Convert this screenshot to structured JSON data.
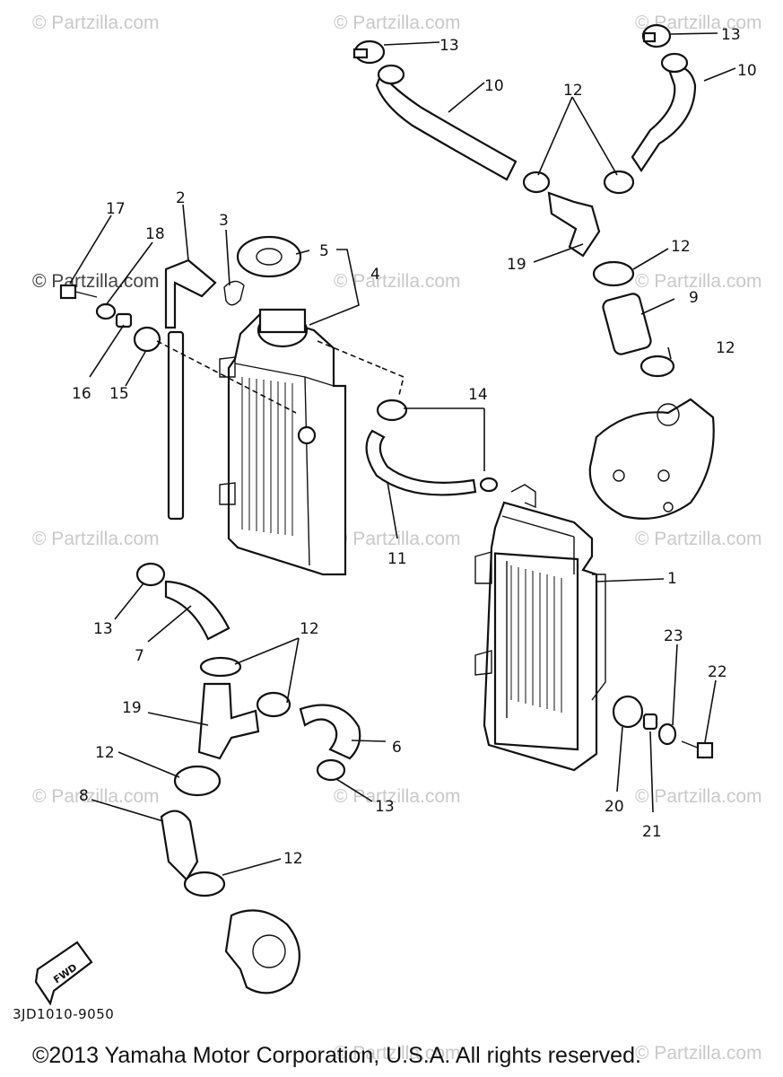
{
  "watermark_text": "© Partzilla.com",
  "diagram_code": "3JD1010-9050",
  "copyright": "©2013 Yamaha Motor Corporation, U.S.A. All rights reserved.",
  "fwd_label": "FWD",
  "callouts": [
    {
      "id": "c-13a",
      "label": "13"
    },
    {
      "id": "c-10a",
      "label": "10"
    },
    {
      "id": "c-13b",
      "label": "13"
    },
    {
      "id": "c-10b",
      "label": "10"
    },
    {
      "id": "c-12a",
      "label": "12"
    },
    {
      "id": "c-17",
      "label": "17"
    },
    {
      "id": "c-2",
      "label": "2"
    },
    {
      "id": "c-3",
      "label": "3"
    },
    {
      "id": "c-18",
      "label": "18"
    },
    {
      "id": "c-5",
      "label": "5"
    },
    {
      "id": "c-4",
      "label": "4"
    },
    {
      "id": "c-12b",
      "label": "12"
    },
    {
      "id": "c-19a",
      "label": "19"
    },
    {
      "id": "c-9",
      "label": "9"
    },
    {
      "id": "c-12c",
      "label": "12"
    },
    {
      "id": "c-16",
      "label": "16"
    },
    {
      "id": "c-15",
      "label": "15"
    },
    {
      "id": "c-14",
      "label": "14"
    },
    {
      "id": "c-11",
      "label": "11"
    },
    {
      "id": "c-1",
      "label": "1"
    },
    {
      "id": "c-13c",
      "label": "13"
    },
    {
      "id": "c-7",
      "label": "7"
    },
    {
      "id": "c-12d",
      "label": "12"
    },
    {
      "id": "c-23",
      "label": "23"
    },
    {
      "id": "c-22",
      "label": "22"
    },
    {
      "id": "c-19b",
      "label": "19"
    },
    {
      "id": "c-6",
      "label": "6"
    },
    {
      "id": "c-12e",
      "label": "12"
    },
    {
      "id": "c-8",
      "label": "8"
    },
    {
      "id": "c-13d",
      "label": "13"
    },
    {
      "id": "c-20",
      "label": "20"
    },
    {
      "id": "c-21",
      "label": "21"
    },
    {
      "id": "c-12f",
      "label": "12"
    }
  ]
}
